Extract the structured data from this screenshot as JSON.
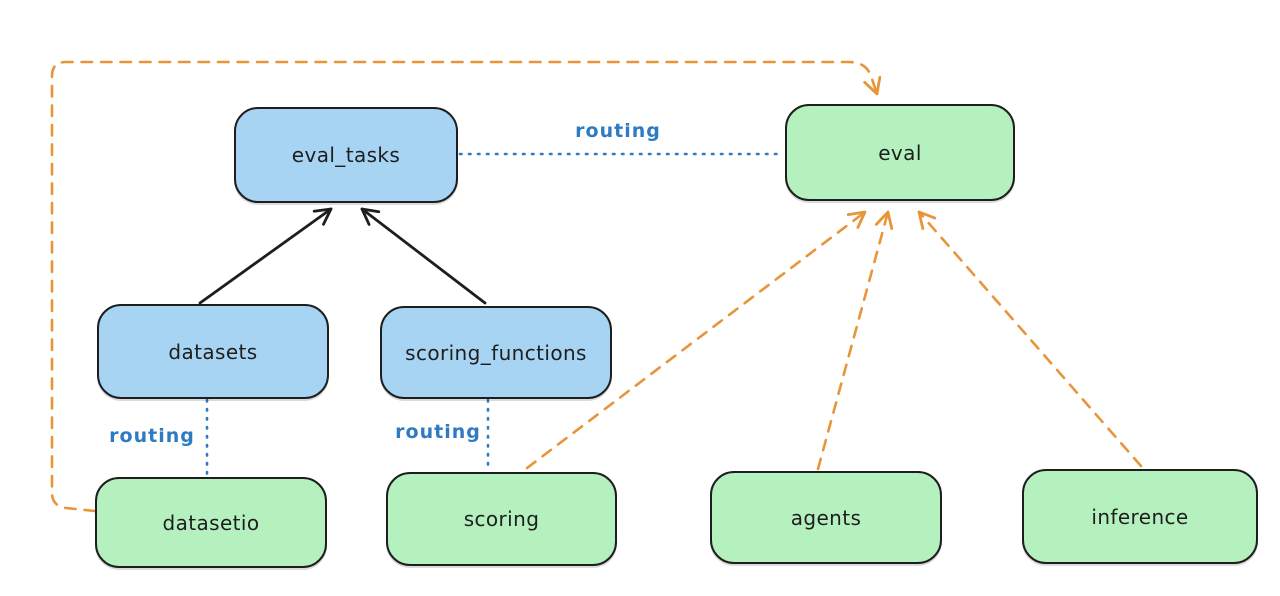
{
  "colors": {
    "background": "#ffffff",
    "node_blue_fill": "#a8d4f4",
    "node_green_fill": "#b5f0bf",
    "node_stroke": "#1e1e1e",
    "routing_blue": "#2f7bc3",
    "arrow_orange": "#e8953a",
    "arrow_black": "#1e1e1e"
  },
  "diagram": {
    "nodes": {
      "eval_tasks": {
        "label": "eval_tasks",
        "fill": "blue"
      },
      "eval": {
        "label": "eval",
        "fill": "green"
      },
      "datasets": {
        "label": "datasets",
        "fill": "blue"
      },
      "scoring_functions": {
        "label": "scoring_functions",
        "fill": "blue"
      },
      "datasetio": {
        "label": "datasetio",
        "fill": "green"
      },
      "scoring": {
        "label": "scoring",
        "fill": "green"
      },
      "agents": {
        "label": "agents",
        "fill": "green"
      },
      "inference": {
        "label": "inference",
        "fill": "green"
      }
    },
    "edges": [
      {
        "from": "datasets",
        "to": "eval_tasks",
        "style": "solid-arrow",
        "color": "black"
      },
      {
        "from": "scoring_functions",
        "to": "eval_tasks",
        "style": "solid-arrow",
        "color": "black"
      },
      {
        "from": "eval_tasks",
        "to": "eval",
        "style": "dotted",
        "color": "blue",
        "label": "routing"
      },
      {
        "from": "datasets",
        "to": "datasetio",
        "style": "dotted",
        "color": "blue",
        "label": "routing"
      },
      {
        "from": "scoring_functions",
        "to": "scoring",
        "style": "dotted",
        "color": "blue",
        "label": "routing"
      },
      {
        "from": "datasetio",
        "to": "eval",
        "style": "dashed-arrow",
        "color": "orange"
      },
      {
        "from": "scoring",
        "to": "eval",
        "style": "dashed-arrow",
        "color": "orange"
      },
      {
        "from": "agents",
        "to": "eval",
        "style": "dashed-arrow",
        "color": "orange"
      },
      {
        "from": "inference",
        "to": "eval",
        "style": "dashed-arrow",
        "color": "orange"
      }
    ],
    "edge_labels": {
      "eval_tasks_eval": "routing",
      "datasets_datasetio": "routing",
      "scoring_functions_scoring": "routing"
    }
  }
}
